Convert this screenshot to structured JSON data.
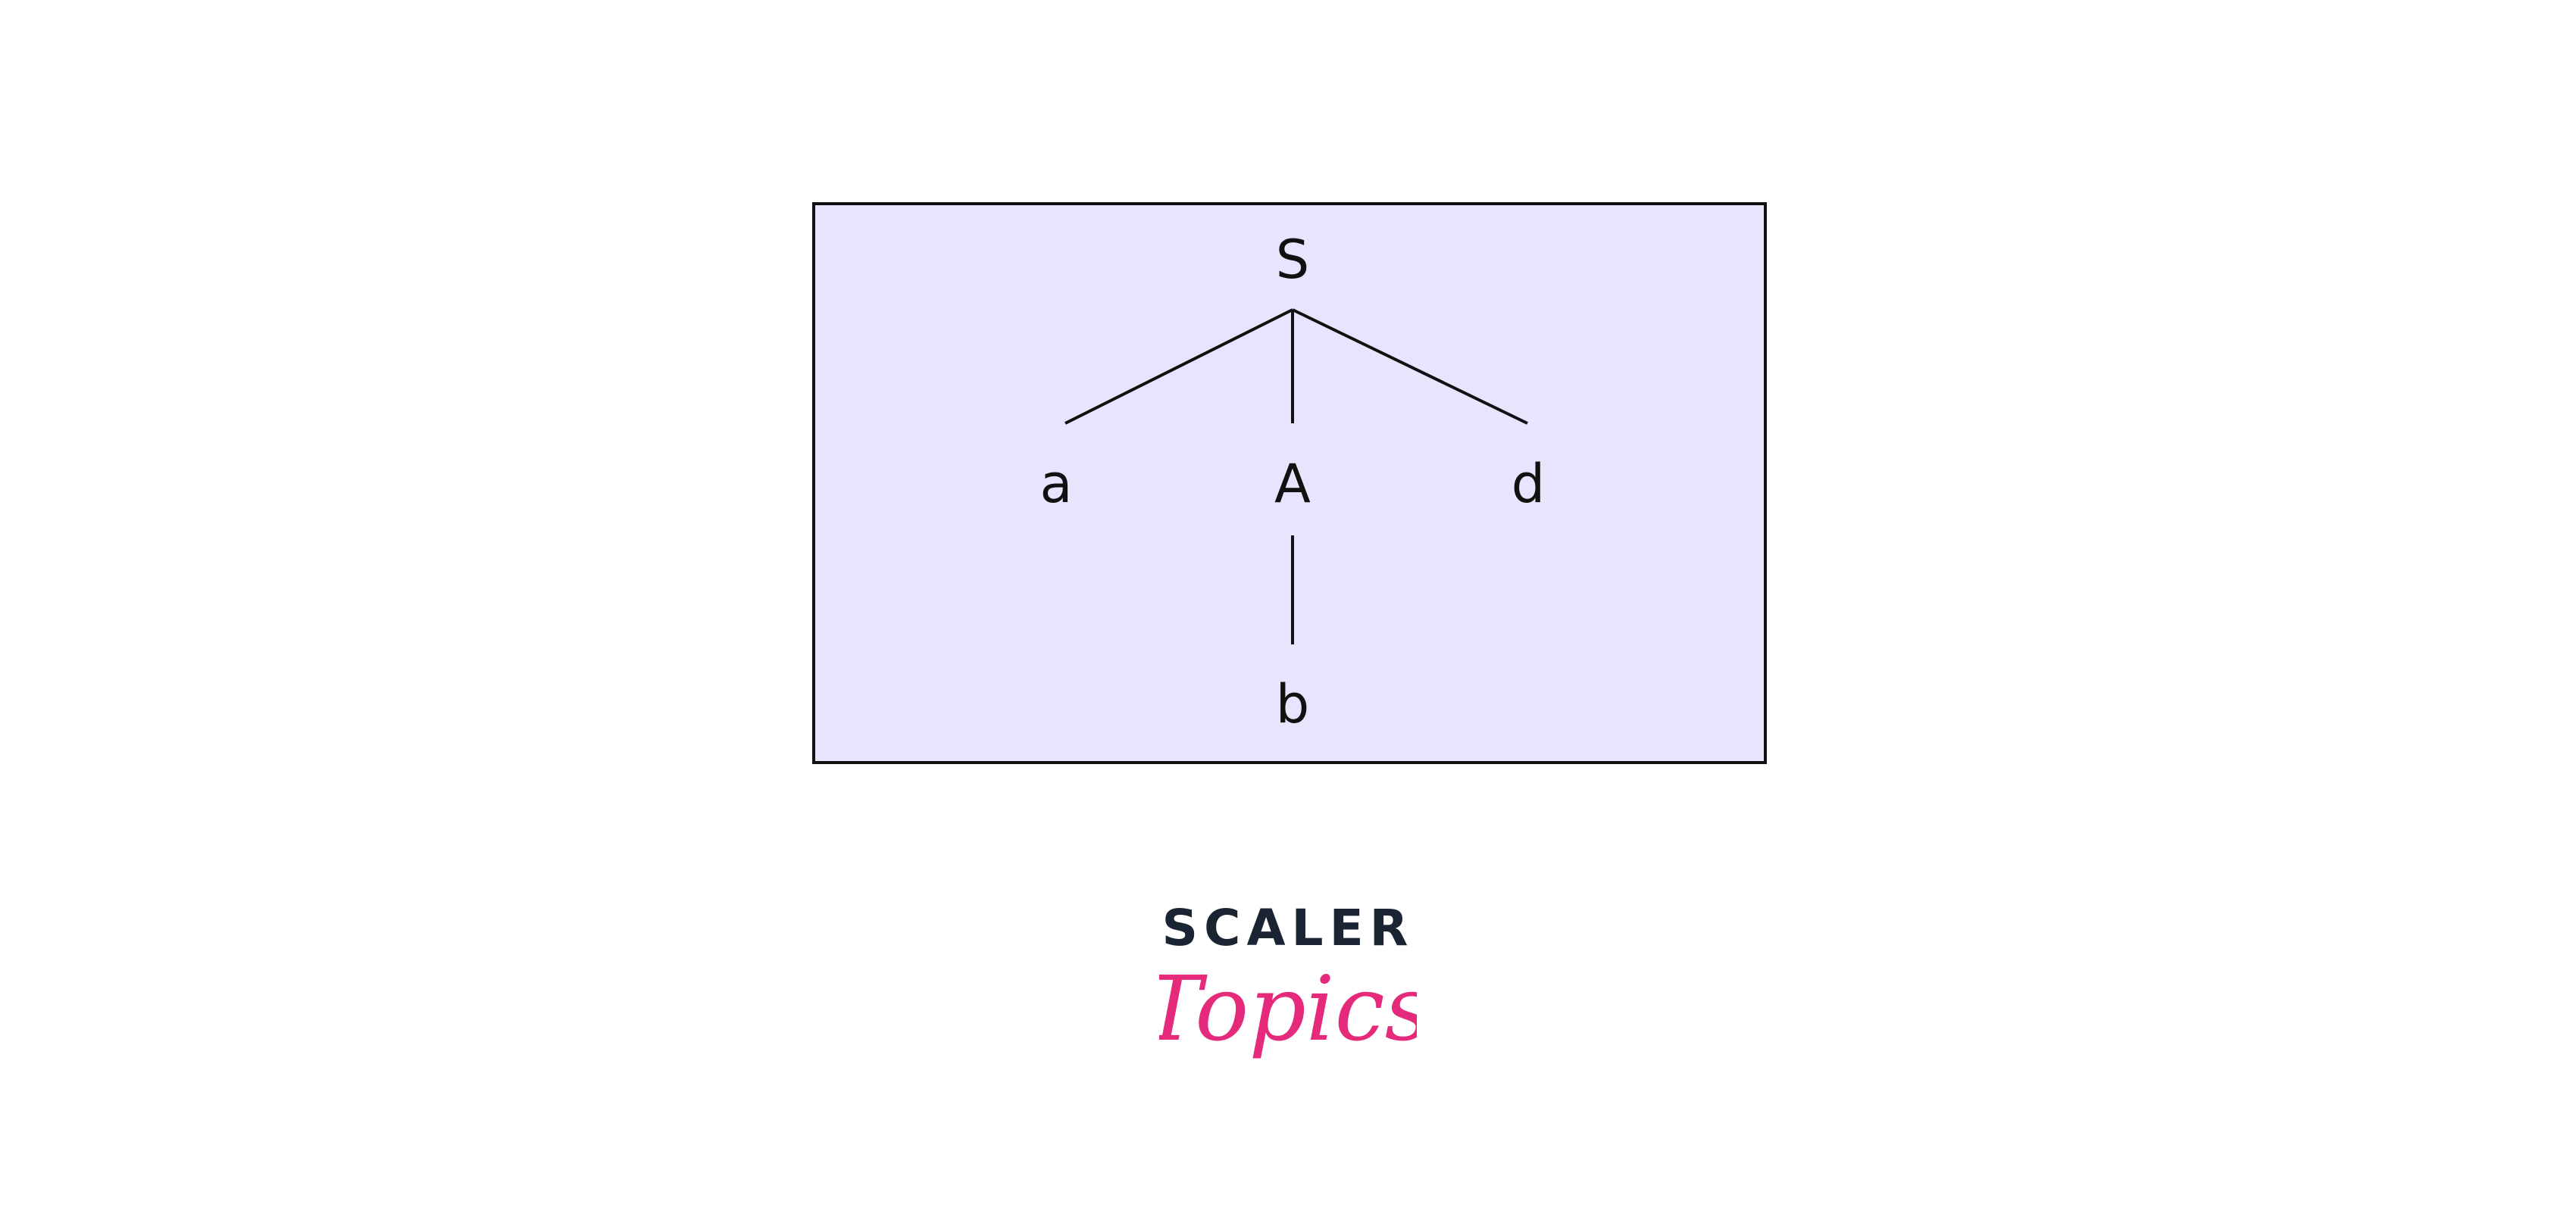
{
  "diagram": {
    "nodes": [
      {
        "id": "S",
        "label": "S",
        "parent": null
      },
      {
        "id": "a",
        "label": "a",
        "parent": "S"
      },
      {
        "id": "A",
        "label": "A",
        "parent": "S"
      },
      {
        "id": "d",
        "label": "d",
        "parent": "S"
      },
      {
        "id": "b",
        "label": "b",
        "parent": "A"
      }
    ],
    "edges": [
      {
        "from": "S",
        "to": "a"
      },
      {
        "from": "S",
        "to": "A"
      },
      {
        "from": "S",
        "to": "d"
      },
      {
        "from": "A",
        "to": "b"
      }
    ]
  },
  "brand": {
    "line1": "SCALER",
    "line2": "Topics",
    "colors": {
      "line1": "#1a2433",
      "line2": "#e52a7b"
    }
  },
  "colors": {
    "panel_background": "#e6e5fd",
    "panel_border": "#111111",
    "tree_ink": "#111111"
  }
}
